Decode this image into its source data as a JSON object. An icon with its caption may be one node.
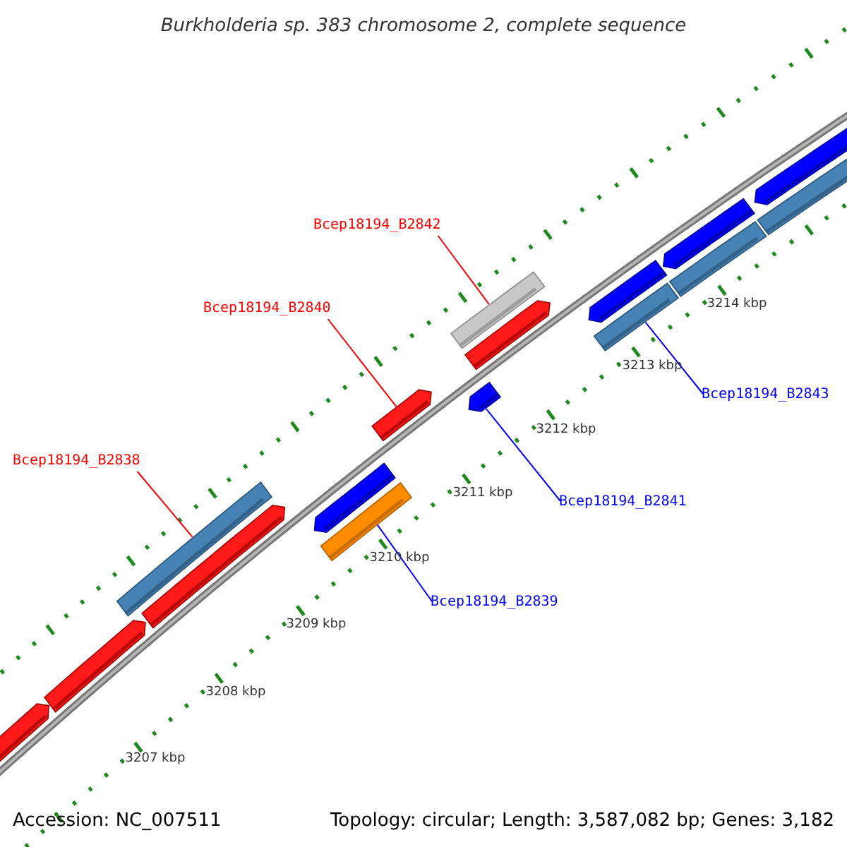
{
  "diagram": {
    "title": "Burkholderia sp. 383 chromosome 2, complete sequence",
    "nodes": [
      {
        "text": [
          "Bcep18194_B2842"
        ]
      },
      {
        "text": [
          "Bcep18194_B2840"
        ]
      },
      {
        "text": [
          "Bcep18194_B2843"
        ]
      },
      {
        "text": [
          "Bcep18194_B2838"
        ]
      },
      {
        "text": [
          "Bcep18194_B2841"
        ]
      },
      {
        "text": [
          "Bcep18194_B2839"
        ]
      },
      {
        "text": [],
        "shape": "bar"
      },
      {
        "text": [],
        "shape": "bar"
      },
      {
        "text": [],
        "shape": "bar"
      },
      {
        "text": [],
        "shape": "bar"
      },
      {
        "text": [],
        "shape": "bar"
      },
      {
        "text": [],
        "shape": "bar"
      },
      {
        "text": [],
        "shape": "bar"
      },
      {
        "text": [],
        "shape": "bar"
      },
      {
        "text": [],
        "shape": "bar"
      },
      {
        "text": [],
        "shape": "bar"
      },
      {
        "text": [],
        "shape": "bar"
      },
      {
        "text": [],
        "shape": "bar"
      },
      {
        "text": [],
        "shape": "bar"
      },
      {
        "text": [],
        "shape": "bar"
      },
      {
        "text": [],
        "shape": "bar"
      },
      {
        "text": [],
        "shape": "bar"
      }
    ],
    "edges": [
      {
        "from": 0,
        "to": 14,
        "arrow": "none",
        "color": "#ff0000"
      },
      {
        "from": 1,
        "to": 12,
        "arrow": "none",
        "color": "#ff0000"
      },
      {
        "from": 2,
        "to": 17,
        "arrow": "none",
        "color": "#0000ff"
      },
      {
        "from": 3,
        "to": 8,
        "arrow": "none",
        "color": "#ff0000"
      },
      {
        "from": 4,
        "to": 13,
        "arrow": "none",
        "color": "#0000ff"
      },
      {
        "from": 5,
        "to": 11,
        "arrow": "none",
        "color": "#0000ff"
      }
    ],
    "labels": [
      "3214 kbp",
      "3213 kbp",
      "3212 kbp",
      "3211 kbp",
      "3210 kbp",
      "3209 kbp",
      "3208 kbp",
      "3207 kbp",
      "Accession: NC_007511",
      "Topology: circular; Length: 3,587,082 bp; Genes: 3,182"
    ]
  }
}
